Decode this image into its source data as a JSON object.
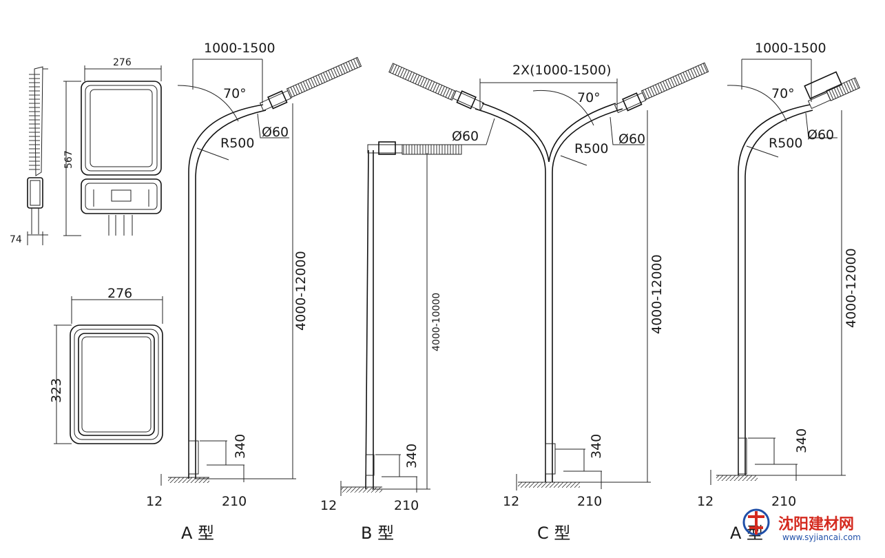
{
  "luminaire": {
    "front_width": "276",
    "front_height": "567",
    "side_depth": "74",
    "panel_width": "276",
    "panel_height": "323"
  },
  "type_a": {
    "arm_reach": "1000-1500",
    "angle": "70°",
    "radius": "R500",
    "diameter": "Ø60",
    "height": "4000-12000",
    "door_height": "340",
    "foundation_left": "12",
    "foundation_right": "210",
    "caption": "A 型"
  },
  "type_b": {
    "diameter": "Ø60",
    "height": "4000-10000",
    "door_height": "340",
    "foundation_left": "12",
    "foundation_right": "210",
    "caption": "B 型"
  },
  "type_c": {
    "arm_reach": "2X(1000-1500)",
    "angle": "70°",
    "radius": "R500",
    "diameter": "Ø60",
    "height": "4000-12000",
    "door_height": "340",
    "foundation_left": "12",
    "foundation_right": "210",
    "caption": "C 型"
  },
  "type_a2": {
    "arm_reach": "1000-1500",
    "angle": "70°",
    "radius": "R500",
    "diameter": "Ø60",
    "height": "4000-12000",
    "door_height": "340",
    "foundation_left": "12",
    "foundation_right": "210",
    "caption": "A 型"
  },
  "watermark": {
    "name": "沈阳建材网",
    "url": "www.syjiancai.com",
    "colors": {
      "red": "#d42a1f",
      "blue": "#1f4fa8"
    }
  }
}
